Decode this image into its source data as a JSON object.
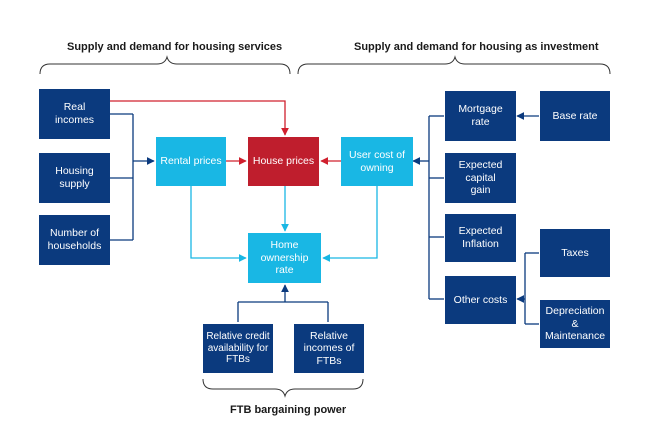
{
  "titles": {
    "housing_services": "Supply and demand for housing services",
    "housing_investment": "Supply and demand for housing as investment",
    "ftb_power": "FTB bargaining power"
  },
  "nodes": {
    "real_incomes": "Real incomes",
    "housing_supply": "Housing supply",
    "number_of_households": "Number of households",
    "rental_prices": "Rental prices",
    "house_prices": "House prices",
    "user_cost": "User cost of owning",
    "home_ownership_rate": "Home ownership rate",
    "relative_credit": "Relative credit availability for FTBs",
    "relative_incomes": "Relative incomes of FTBs",
    "mortgage_rate": "Mortgage rate",
    "base_rate": "Base rate",
    "expected_capital_gain": "Expected capital gain",
    "expected_inflation": "Expected Inflation",
    "other_costs": "Other costs",
    "taxes": "Taxes",
    "depreciation": "Depreciation & Maintenance"
  },
  "colors": {
    "navy": "#0b3a7e",
    "cyan": "#19b7e4",
    "red": "#bf1e2d",
    "navy_line": "#0b3a7e",
    "cyan_line": "#19b7e4",
    "red_line": "#d0202e"
  }
}
